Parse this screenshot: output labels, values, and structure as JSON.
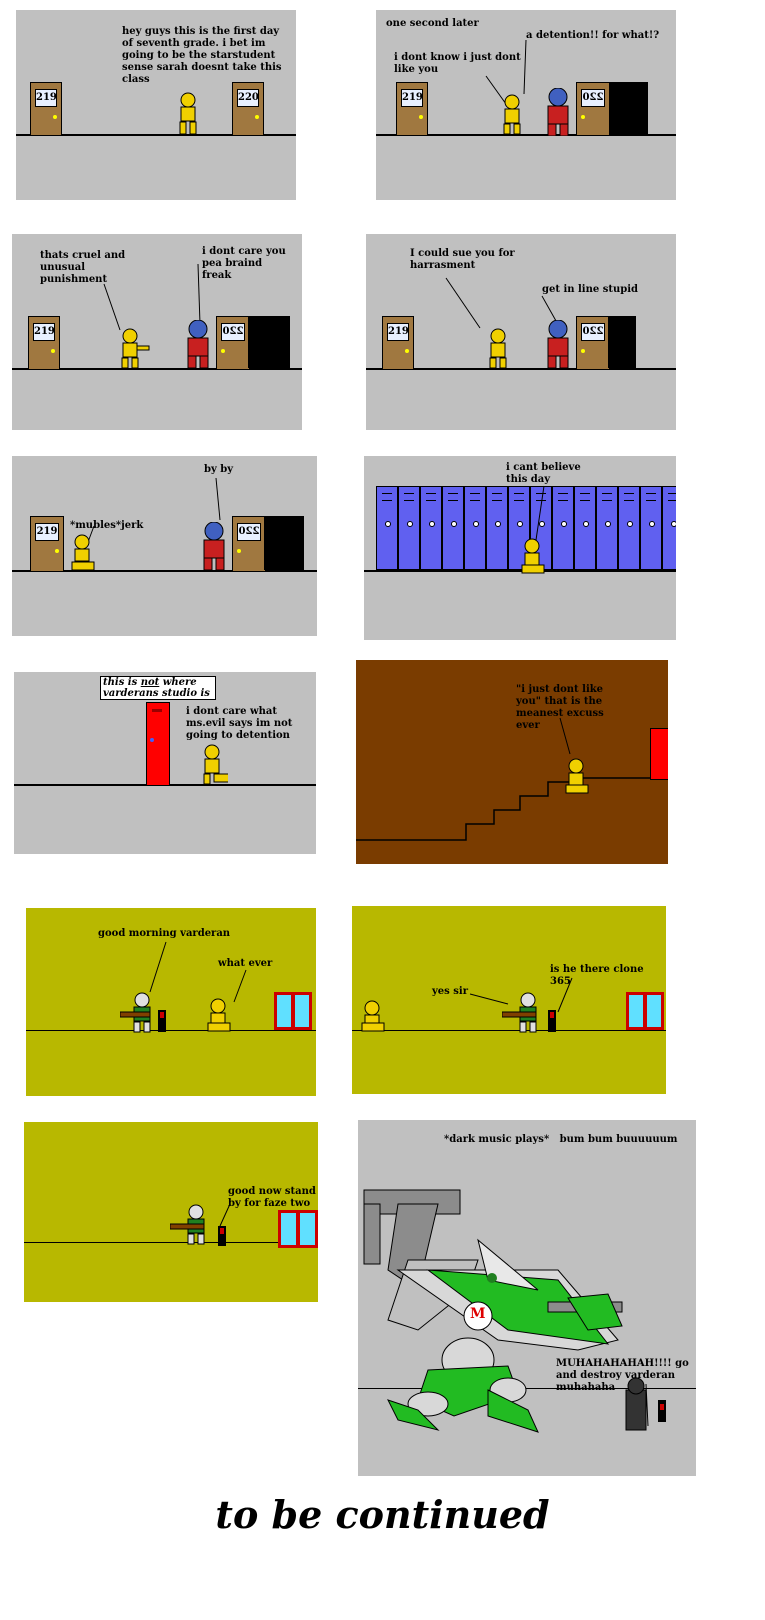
{
  "panels": {
    "p1": {
      "doors": [
        "219",
        "220"
      ],
      "text": "hey guys this is the first day of seventh grade. i bet im going to be the starstudent sense sarah doesnt take this class"
    },
    "p2": {
      "doors": [
        "219",
        "220"
      ],
      "caption": "one second later",
      "text_a": "a detention!! for what!?",
      "text_b": "i dont know i just dont like you"
    },
    "p3": {
      "doors": [
        "219",
        "220"
      ],
      "text_a": "thats cruel and unusual punishment",
      "text_b": "i dont care you pea braind freak"
    },
    "p4": {
      "doors": [
        "219",
        "220"
      ],
      "text_a": "I could sue you for harrasment",
      "text_b": "get in line stupid"
    },
    "p5": {
      "doors": [
        "219",
        "220"
      ],
      "text_a": "*mubles*jerk",
      "text_b": "by by"
    },
    "p6": {
      "text": "i cant believe this day"
    },
    "p7": {
      "sign_a": "this is ",
      "sign_b": "not",
      "sign_c": " where",
      "sign_d": "varderans studio is",
      "text": "i dont care what ms.evil says im not going to detention"
    },
    "p8": {
      "text": "\"i just dont like you\" that is the meanest excuss ever"
    },
    "p9": {
      "text_a": "good morning varderan",
      "text_b": "what ever"
    },
    "p10": {
      "text_a": "yes sir",
      "text_b": "is he there clone 365"
    },
    "p11": {
      "text": "good now stand by for faze two"
    },
    "p12": {
      "text_a": "*dark music plays*   bum bum buuuuuum",
      "text_b": "MUHAHAHAHAH!!!! go and destroy varderan muhahaha",
      "mech_letter": "M"
    }
  },
  "ending": "to be continued",
  "colors": {
    "gray": "#c0c0c0",
    "olive": "#b8b800",
    "brown": "#7a3c00",
    "hero": "#f0d000",
    "villain": "#c82020",
    "mech": "#20b020",
    "lockers": "#6060f0"
  }
}
